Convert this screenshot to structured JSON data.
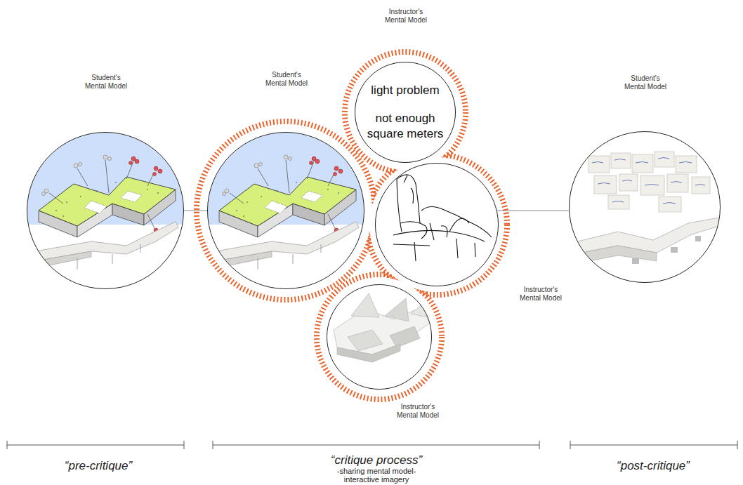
{
  "diagram": {
    "nodes": [
      {
        "text": [
          "Student's Mental Model"
        ]
      },
      {
        "text": [
          "Student's Mental Model"
        ]
      },
      {
        "text": [
          "Instructor's Mental Model",
          "light problem",
          "not enough square meters"
        ]
      },
      {
        "text": [
          "Instructor's Mental Model"
        ]
      },
      {
        "text": [
          "Instructor's Mental Model"
        ]
      },
      {
        "text": [
          "Student's Mental Model"
        ]
      }
    ],
    "edges": [
      {
        "from": 0,
        "to": 1,
        "arrow": "none"
      },
      {
        "from": 3,
        "to": 5,
        "arrow": "none"
      }
    ],
    "labels": [
      "“pre-critique”",
      "“critique process”",
      "-sharing mental model-",
      "interactive imagery",
      "“post-critique”"
    ]
  }
}
